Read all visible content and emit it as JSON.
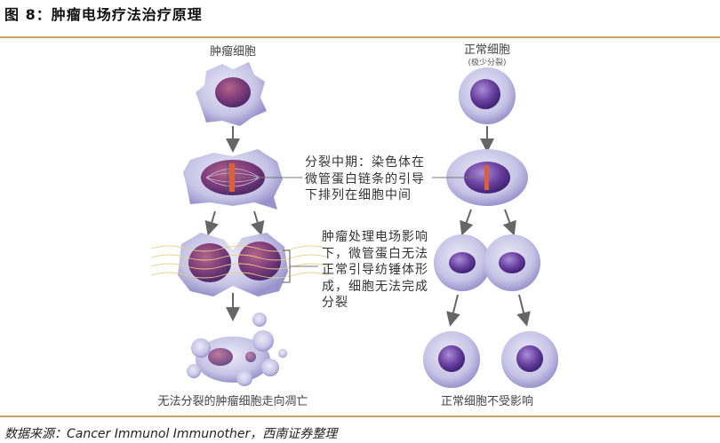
{
  "figure": {
    "title": "图 8：肿瘤电场疗法治疗原理",
    "tumor_column": {
      "heading": "肿瘤细胞",
      "footer": "无法分裂的肿瘤细胞走向凋亡"
    },
    "normal_column": {
      "heading": "正常细胞",
      "subheading": "(极少分裂)",
      "footer": "正常细胞不受影响"
    },
    "annotations": {
      "metaphase": "分裂中期：染色体在\n微管蛋白链条的引导\n下排列在细胞中间",
      "field_effect": "肿瘤处理电场影响\n下，微管蛋白无法\n正常引导纺锤体形\n成，细胞无法完成\n分裂"
    },
    "source": "数据来源：Cancer Immunol Immunother，西南证券整理"
  },
  "colors": {
    "rule": "#c9a46a",
    "cytoplasm": "#c9c6e8",
    "nucleus": "#7a3f86",
    "chromosome": "#d9603a"
  }
}
